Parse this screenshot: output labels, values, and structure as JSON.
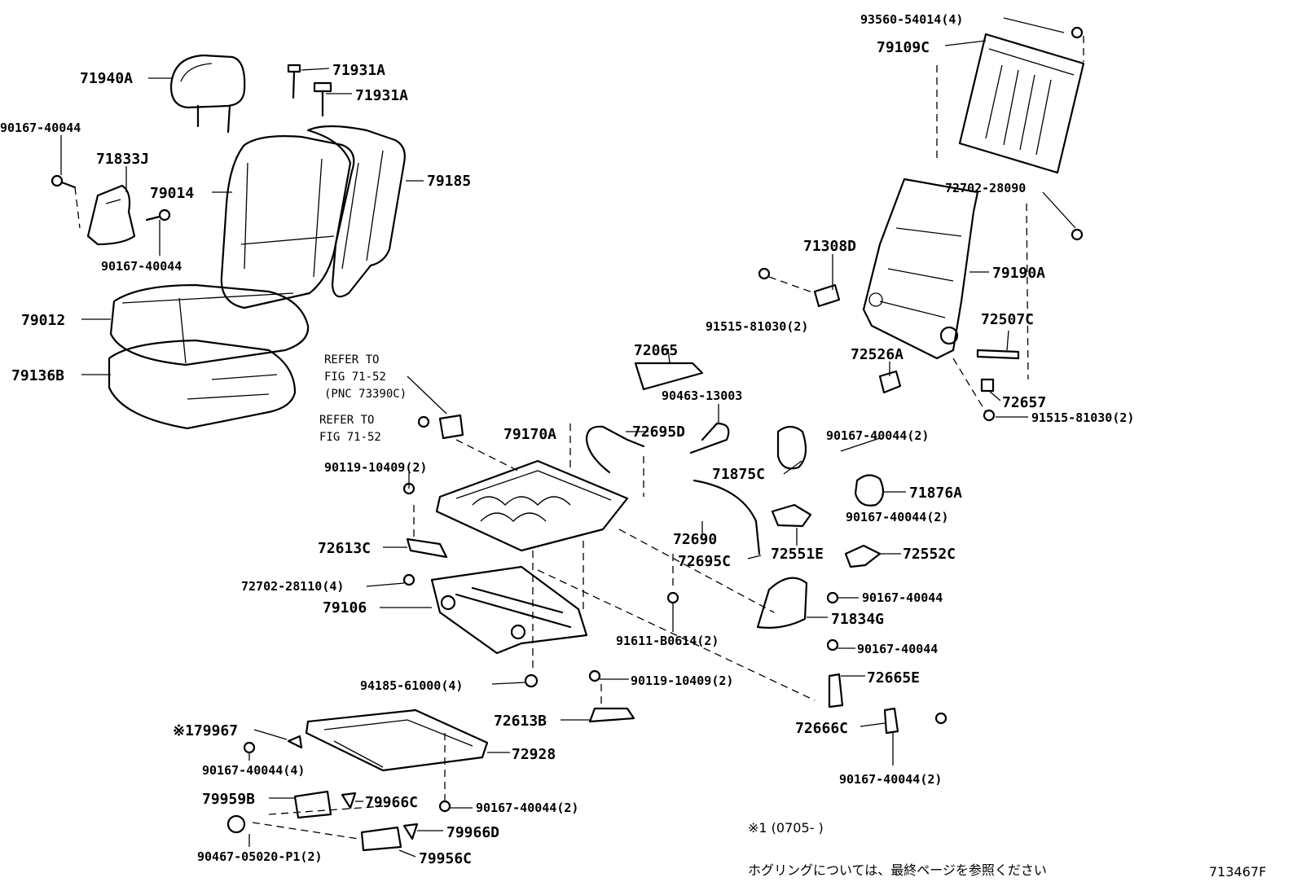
{
  "labels": {
    "l71940A": "71940A",
    "l71931A_1": "71931A",
    "l71931A_2": "71931A",
    "l90167_40044_a": "90167-40044",
    "l71833J": "71833J",
    "l79014": "79014",
    "l79185": "79185",
    "l90167_40044_b": "90167-40044",
    "l79012": "79012",
    "l79136B": "79136B",
    "l93560_54014": "93560-54014(4)",
    "l79109C": "79109C",
    "l72702_28090": "72702-28090",
    "l71308D": "71308D",
    "l79190A": "79190A",
    "l91515_81030_a": "91515-81030(2)",
    "l72507C": "72507C",
    "l72526A": "72526A",
    "l72657": "72657",
    "l91515_81030_b": "91515-81030(2)",
    "l72065": "72065",
    "l90463_13003": "90463-13003",
    "l72695D": "72695D",
    "l79170A": "79170A",
    "l90167_40044_2a": "90167-40044(2)",
    "l71875C": "71875C",
    "l71876A": "71876A",
    "l90167_40044_2b": "90167-40044(2)",
    "l90119_10409_a": "90119-10409(2)",
    "l72690": "72690",
    "l72695C": "72695C",
    "l72551E": "72551E",
    "l72552C": "72552C",
    "l72613C": "72613C",
    "l72702_28110": "72702-28110(4)",
    "l79106": "79106",
    "l90167_40044_c": "90167-40044",
    "l71834G": "71834G",
    "l91611_B0614": "91611-B0614(2)",
    "l90167_40044_d": "90167-40044",
    "l72665E": "72665E",
    "l94185_61000": "94185-61000(4)",
    "l90119_10409_b": "90119-10409(2)",
    "l72613B": "72613B",
    "l72666C": "72666C",
    "l79967": "※179967",
    "l72928": "72928",
    "l90167_40044_4": "90167-40044(4)",
    "l79959B": "79959B",
    "l79966C": "79966C",
    "l90167_40044_2c": "90167-40044(2)",
    "l79966D": "79966D",
    "l90467_05020": "90467-05020-P1(2)",
    "l79956C": "79956C",
    "l90167_40044_2d": "90167-40044(2)"
  },
  "refs": {
    "r1_line1": "REFER TO",
    "r1_line2": "FIG 71-52",
    "r1_line3": "(PNC 73390C)",
    "r2_line1": "REFER TO",
    "r2_line2": "FIG 71-52"
  },
  "notes": {
    "footnote": "※1 (0705-      )",
    "japanese": "ホグリングについては、最終ページを参照ください",
    "figure_id": "713467F"
  }
}
